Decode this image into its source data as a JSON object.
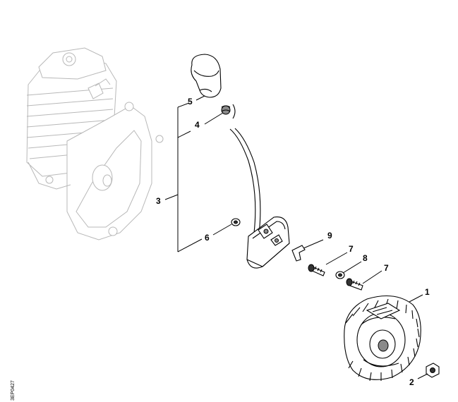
{
  "callouts": {
    "c1": "1",
    "c2": "2",
    "c3": "3",
    "c4": "4",
    "c5": "5",
    "c6": "6",
    "c7a": "7",
    "c7b": "7",
    "c8": "8",
    "c9": "9"
  },
  "document_id": "3EP0427"
}
